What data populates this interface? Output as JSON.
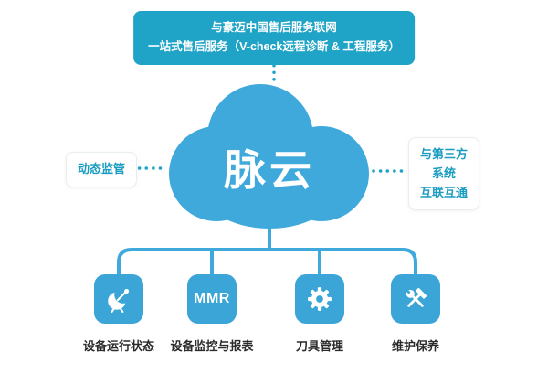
{
  "colors": {
    "banner": "#1fa3c6",
    "cloud": "#3fa9dc",
    "tile": "#3aa5d6",
    "line": "#3fa9dc",
    "dot": "#1fa3c6",
    "accent_text": "#1b9cc0",
    "label": "#2b2b2b"
  },
  "banner": {
    "line1": "与豪迈中国售后服务联网",
    "line2": "一站式售后服务（V-check远程诊断 & 工程服务）"
  },
  "cloud": {
    "label": "脉云"
  },
  "left_box": {
    "label": "动态监管"
  },
  "right_box": {
    "lines": [
      "与第三方",
      "系统",
      "互联互通"
    ]
  },
  "tiles": [
    {
      "icon": "satellite-dish-icon",
      "label": "设备运行状态"
    },
    {
      "icon": "mmr-text",
      "text": "MMR",
      "label": "设备监控与报表"
    },
    {
      "icon": "gear-icon",
      "label": "刀具管理"
    },
    {
      "icon": "tools-icon",
      "label": "维护保养"
    }
  ]
}
